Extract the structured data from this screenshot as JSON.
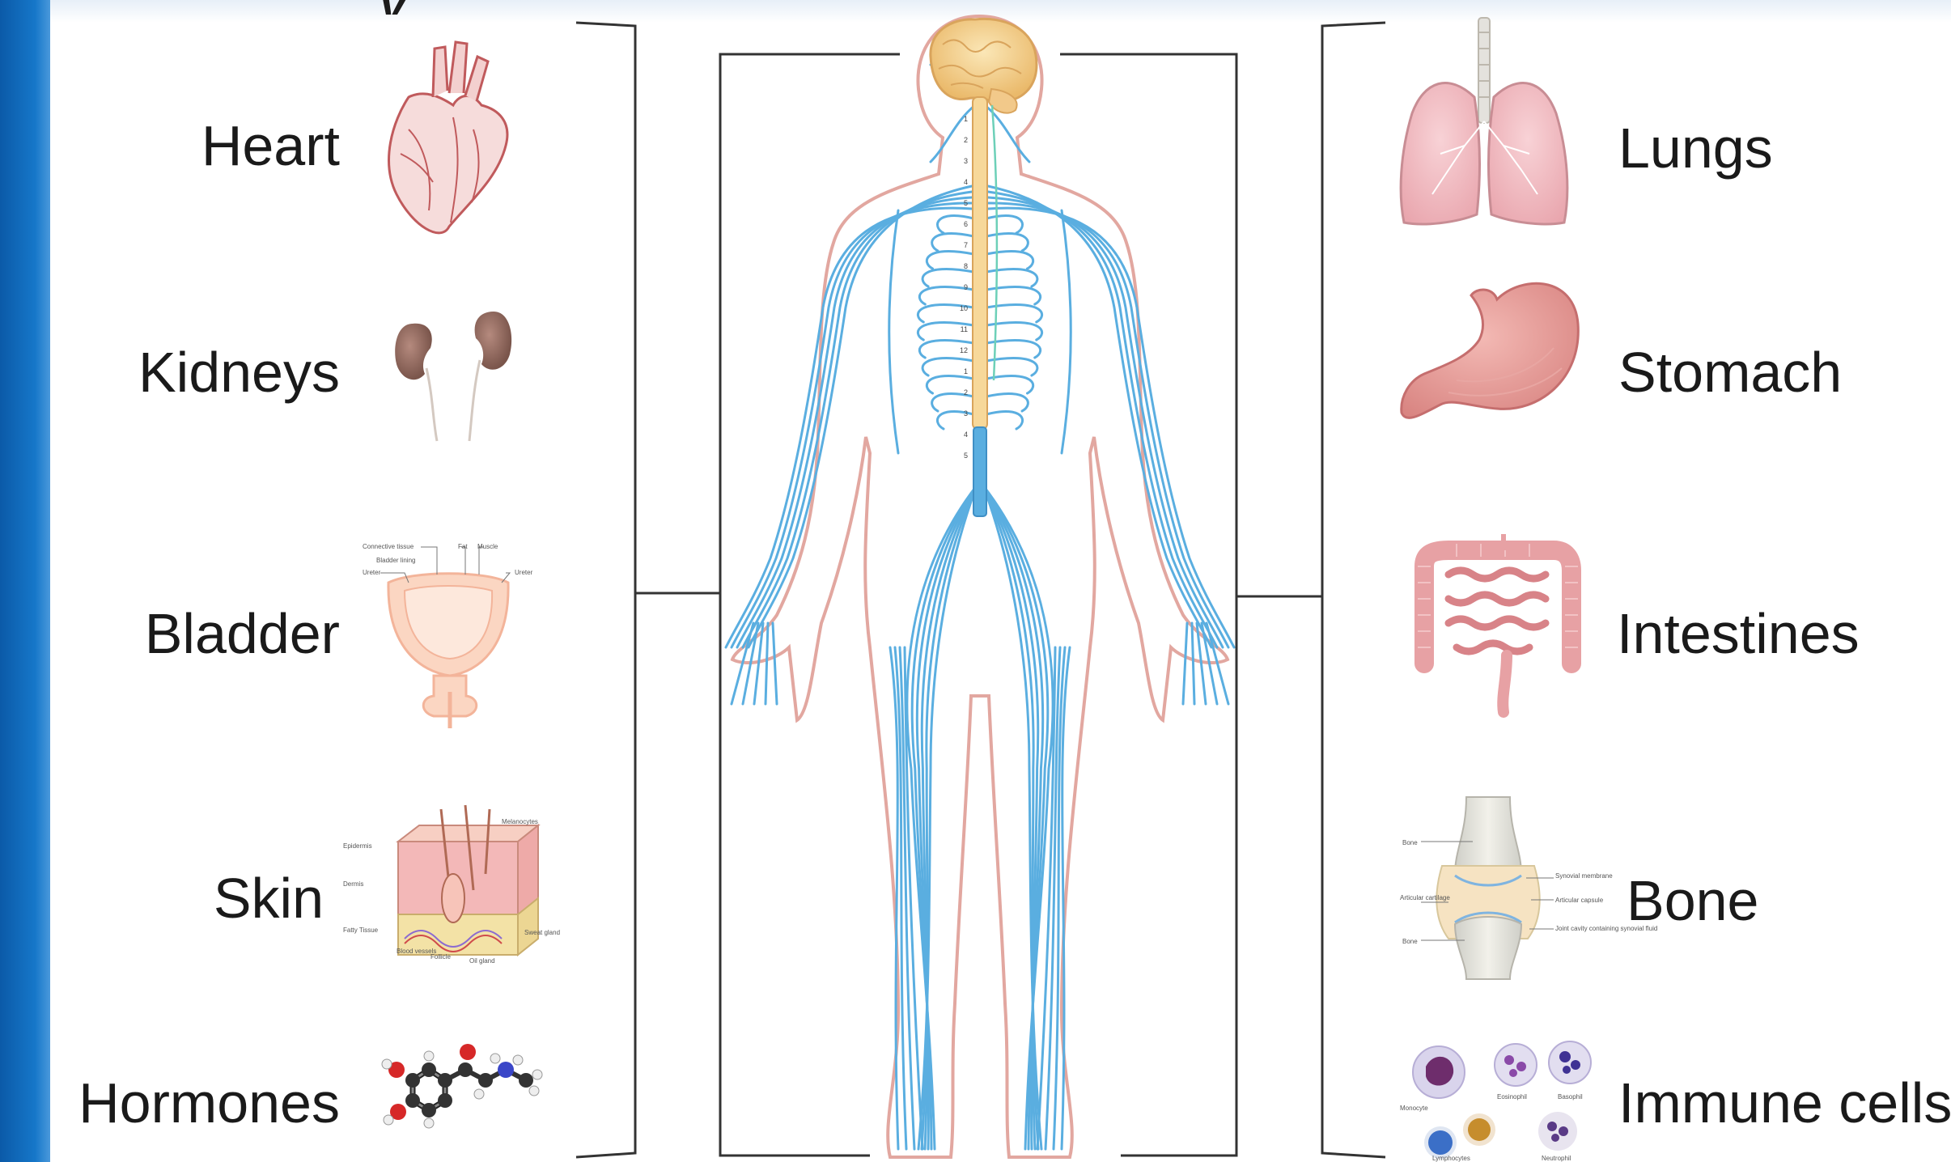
{
  "header": {
    "title_fragment": "...y..., ..., ..., ..."
  },
  "left_organs": [
    {
      "label": "Heart"
    },
    {
      "label": "Kidneys"
    },
    {
      "label": "Bladder"
    },
    {
      "label": "Skin"
    },
    {
      "label": "Hormones"
    }
  ],
  "right_organs": [
    {
      "label": "Lungs"
    },
    {
      "label": "Stomach"
    },
    {
      "label": "Intestines"
    },
    {
      "label": "Bone"
    },
    {
      "label": "Immune cells"
    }
  ],
  "bladder_annotations": [
    "Connective tissue",
    "Fat",
    "Muscle",
    "Bladder lining",
    "Ureter",
    "Ureter"
  ],
  "skin_annotations": [
    "Melanocytes",
    "Epidermis",
    "Dermis",
    "Fatty Tissue",
    "Blood vessels",
    "Follicle",
    "Oil gland",
    "Sweat gland"
  ],
  "bone_annotations": [
    "Bone",
    "Articular cartilage",
    "Bone",
    "Synovial membrane",
    "Articular capsule",
    "Joint cavity containing synovial fluid"
  ],
  "immune_annotations": [
    "Monocyte",
    "Eosinophil",
    "Basophil",
    "Lymphocytes",
    "Neutrophil"
  ],
  "spine_numbers": [
    "1",
    "2",
    "3",
    "4",
    "5",
    "6",
    "7",
    "8",
    "9",
    "10",
    "11",
    "12",
    "1",
    "2",
    "3",
    "4",
    "5"
  ],
  "colors": {
    "sidebar": "#1677c9",
    "nerve": "#5aaee0",
    "body_outline": "#e2a7a0",
    "brain": "#f7d89a",
    "spinal_cord": "#f7d89a",
    "bracket": "#333333"
  }
}
